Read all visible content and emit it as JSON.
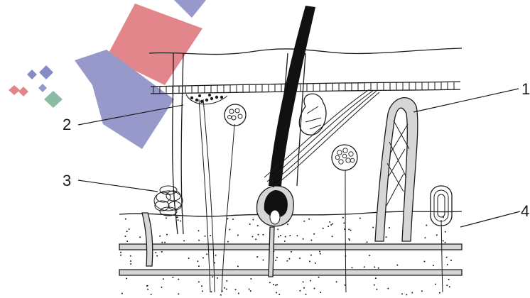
{
  "diagram": {
    "labels": [
      {
        "id": "1",
        "text": "1"
      },
      {
        "id": "2",
        "text": "2"
      },
      {
        "id": "3",
        "text": "3"
      },
      {
        "id": "4",
        "text": "4"
      }
    ]
  },
  "colors": {
    "line": "#1a1a1a",
    "duct_fill": "#d6d6d6",
    "hair": "#111111",
    "logo_red": "#e07a7f",
    "logo_blue": "#8b8ec4",
    "logo_green": "#7fb59a"
  },
  "icons": [
    "watermark-logo"
  ]
}
